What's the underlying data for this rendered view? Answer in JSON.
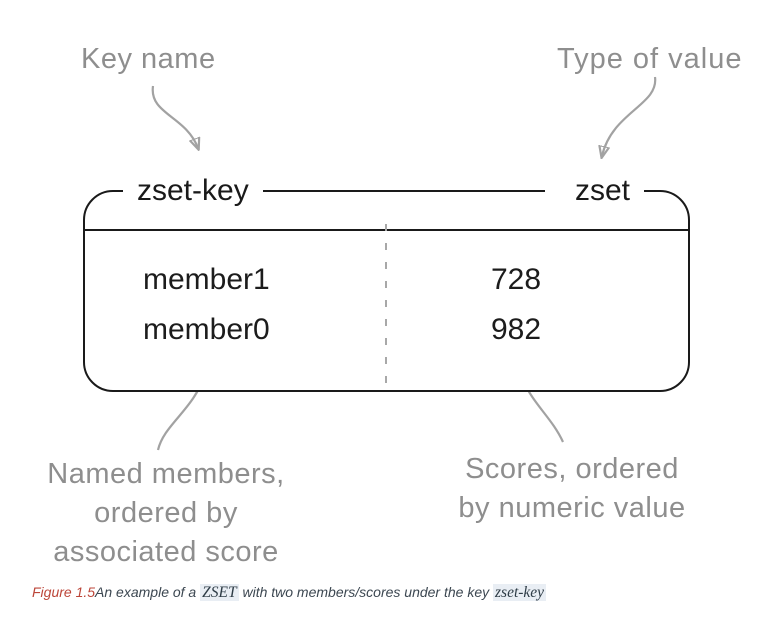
{
  "annotations": {
    "key_name": "Key name",
    "type_of_value": "Type of value",
    "members_note": "Named members,\nordered by\nassociated score",
    "scores_note": "Scores, ordered\nby numeric value"
  },
  "box": {
    "key_label": "zset-key",
    "type_label": "zset",
    "rows": [
      {
        "member": "member1",
        "score": "728"
      },
      {
        "member": "member0",
        "score": "982"
      }
    ]
  },
  "caption": {
    "figure_label": "Figure 1.5",
    "text_before": "An example of a ",
    "code_zset": "ZSET",
    "text_middle": " with two members/scores under the key ",
    "code_key": "zset-key"
  },
  "colors": {
    "annotation_gray": "#8e8e8e",
    "arrow_gray": "#a2a2a2",
    "ink": "#1a1a1a",
    "divider_gray": "#a8a8a8",
    "figure_label_red": "#bc4639",
    "caption_text": "#3c4751",
    "code_background": "#e9eef4"
  }
}
